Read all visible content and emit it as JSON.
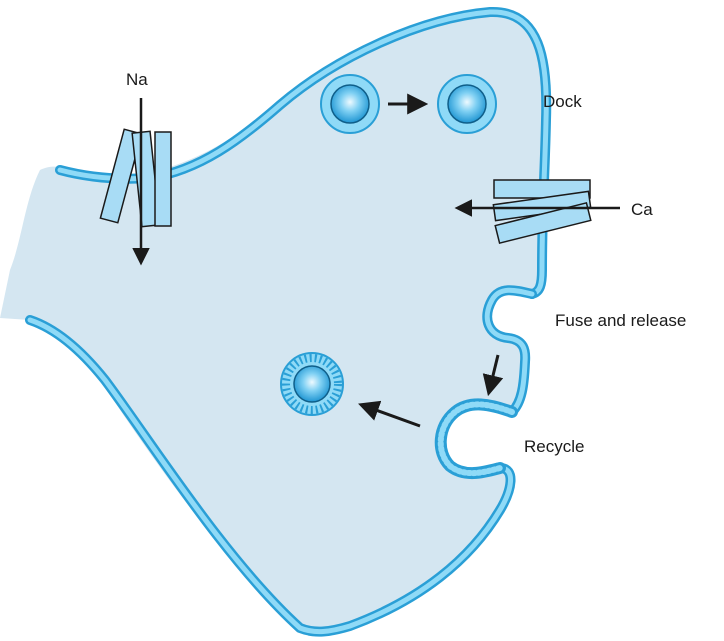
{
  "labels": {
    "na": "Na",
    "dock": "Dock",
    "ca": "Ca",
    "fuse_release": "Fuse and release",
    "recycle": "Recycle"
  },
  "colors": {
    "cell_fill": "#d4e6f1",
    "membrane": "#6ccbef",
    "membrane_edge": "#2a9fd6",
    "channel_fill": "#a8dcf5",
    "vesicle_core_light": "#e8f8ff",
    "vesicle_core_dark": "#2fa6e0",
    "arrow": "#1a1a1a"
  },
  "icons": {
    "na_channel": "sodium-channel-icon",
    "ca_channel": "calcium-channel-icon",
    "vesicle": "vesicle-icon"
  }
}
